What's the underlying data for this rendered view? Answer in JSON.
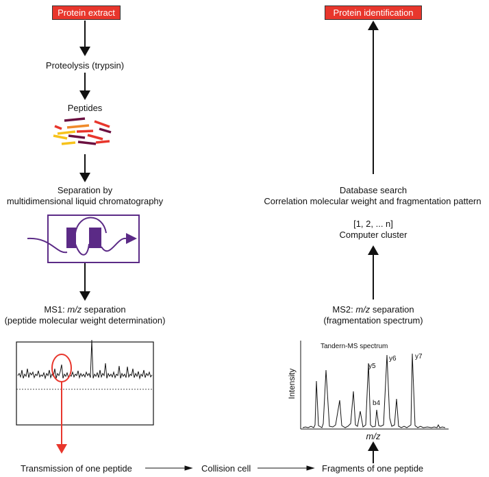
{
  "left": {
    "start_box": "Protein extract",
    "step1": "Proteolysis (trypsin)",
    "step2": "Peptides",
    "step3_line1": "Separation by",
    "step3_line2": "multidimensional liquid chromatography",
    "ms1_prefix": "MS1: ",
    "ms1_mz": "m/z",
    "ms1_suffix": " separation",
    "ms1_line2": "(peptide molecular weight determination)"
  },
  "bottom": {
    "transmission": "Transmission of one peptide",
    "collision": "Collision cell",
    "fragments": "Fragments of one peptide"
  },
  "right": {
    "end_box": "Protein identification",
    "db_line1": "Database search",
    "db_line2": "Correlation molecular weight and fragmentation pattern",
    "cluster_line1": "[1, 2, ... n]",
    "cluster_line2": "Computer cluster",
    "ms2_prefix": "MS2: ",
    "ms2_mz": "m/z",
    "ms2_suffix": " separation",
    "ms2_line2": "(fragmentation spectrum)"
  },
  "spectrum": {
    "title": "Tandern-MS spectrum",
    "ylabel": "Intensity",
    "xlabel": "m/z",
    "peaks": [
      "y5",
      "y6",
      "y7",
      "b4"
    ]
  },
  "colors": {
    "red": "#e8362c",
    "purple": "#5b2a86",
    "dark": "#111111"
  }
}
